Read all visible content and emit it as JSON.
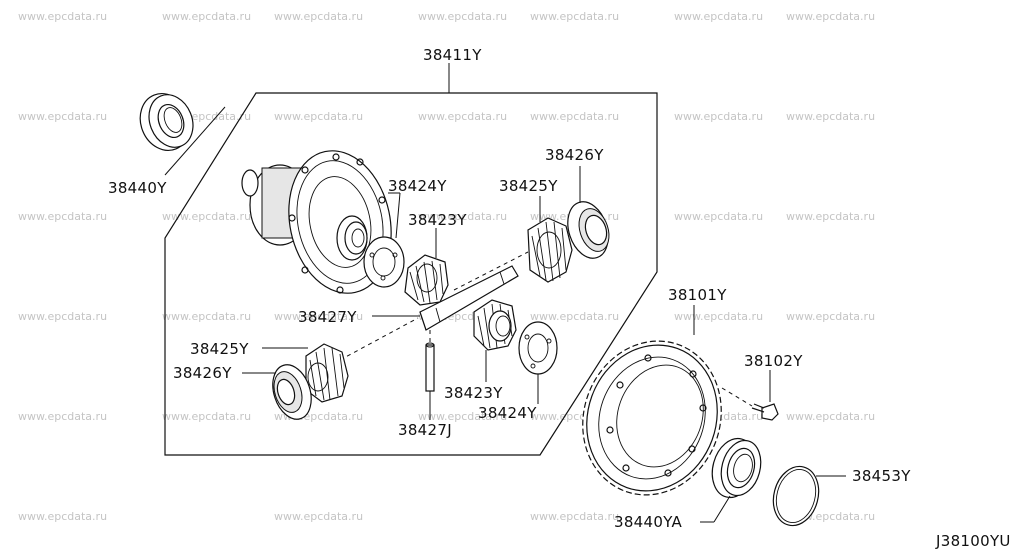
{
  "watermark": "www.epcdata.ru",
  "diagram_code": "J38100YU",
  "labels": {
    "assembly": "38411Y",
    "bearing_left": "38440Y",
    "bearing_right": "38440YA",
    "washer_upper_right": "38426Y",
    "gear_upper_right": "38425Y",
    "washer_upper_mid": "38424Y",
    "gear_upper_mid": "38423Y",
    "shaft": "38427Y",
    "gear_lower_left": "38425Y",
    "washer_lower_left": "38426Y",
    "pin": "38427J",
    "gear_lower_mid": "38423Y",
    "washer_lower_mid": "38424Y",
    "ring_gear": "38101Y",
    "bolt": "38102Y",
    "seal_ring": "38453Y"
  }
}
